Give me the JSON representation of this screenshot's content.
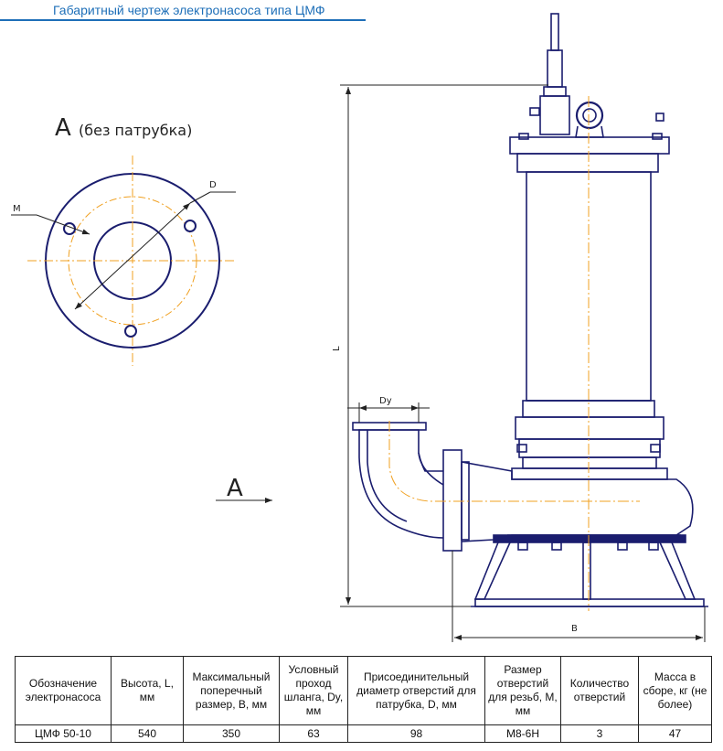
{
  "header": {
    "title": "Габаритный чертеж  электронасоса типа ЦМФ"
  },
  "drawing": {
    "view_label": "А",
    "view_note": "(без патрубка)",
    "arrow_label": "А",
    "labels": {
      "m": "M",
      "d": "D",
      "l": "L",
      "dy": "Dy",
      "b": "B"
    },
    "colors": {
      "outline": "#1a1d6e",
      "center": "#f0a020",
      "dim": "#222222",
      "header": "#1e6fb8"
    }
  },
  "table": {
    "headers": [
      "Обозначение электронасоса",
      "Высота, L, мм",
      "Максимальный поперечный размер, B, мм",
      "Условный проход шланга, Dy, мм",
      "Присоединительный диаметр отверстий для патрубка, D, мм",
      "Размер отверстий для резьб, M, мм",
      "Количество отверстий",
      "Масса в сборе, кг (не более)"
    ],
    "rows": [
      [
        "ЦМФ 50-10",
        "540",
        "350",
        "63",
        "98",
        "М8-6Н",
        "3",
        "47"
      ]
    ]
  }
}
